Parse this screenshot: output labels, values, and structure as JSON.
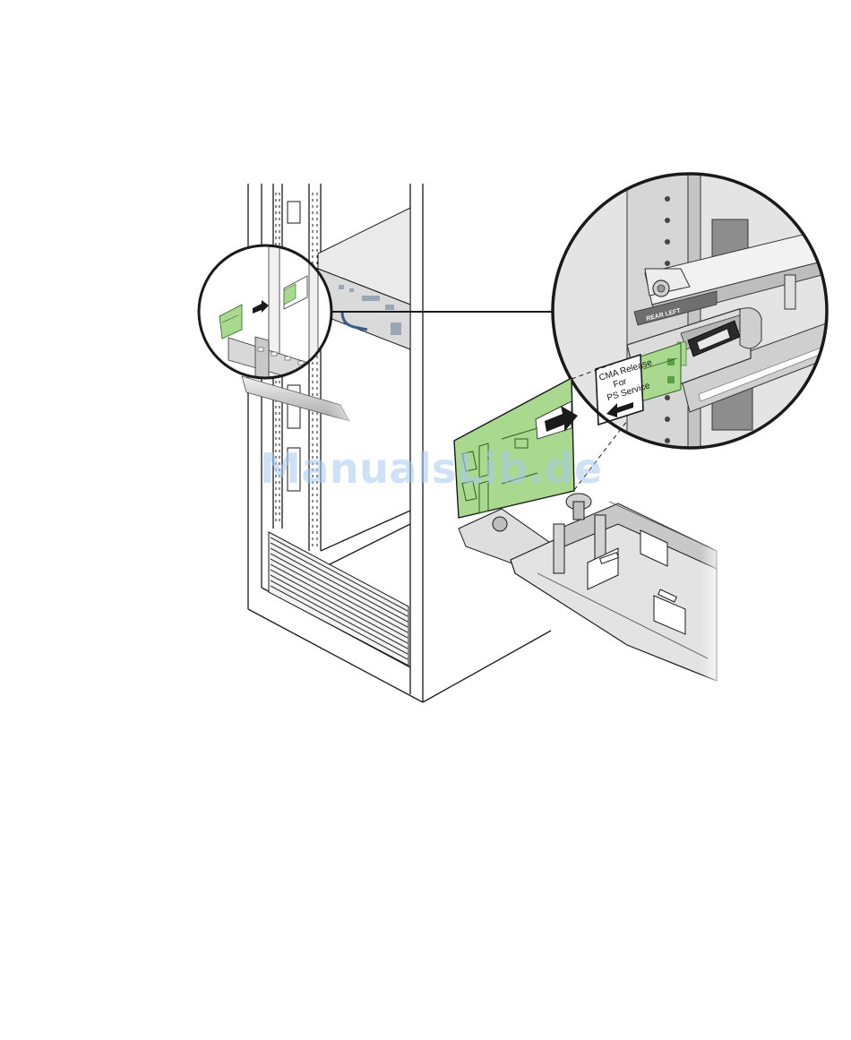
{
  "figure": {
    "watermark_text": "ManualsLib.de",
    "cma_label": {
      "line1": "CMA Release",
      "line2": "For",
      "line3": "PS Service"
    },
    "rear_left_tag": "REAR LEFT"
  },
  "colors": {
    "line": "#1a1a1a",
    "metal_light": "#e6e6e6",
    "metal_mid": "#bdbdbd",
    "metal_dark": "#8c8c8c",
    "bracket_green": "#a9d88f",
    "bracket_green_dark": "#5e9e45",
    "watermark": "#a9c9ef"
  },
  "icons": [
    "arrow-right-icon",
    "arrow-left-icon",
    "magnifier-callout-icon"
  ]
}
